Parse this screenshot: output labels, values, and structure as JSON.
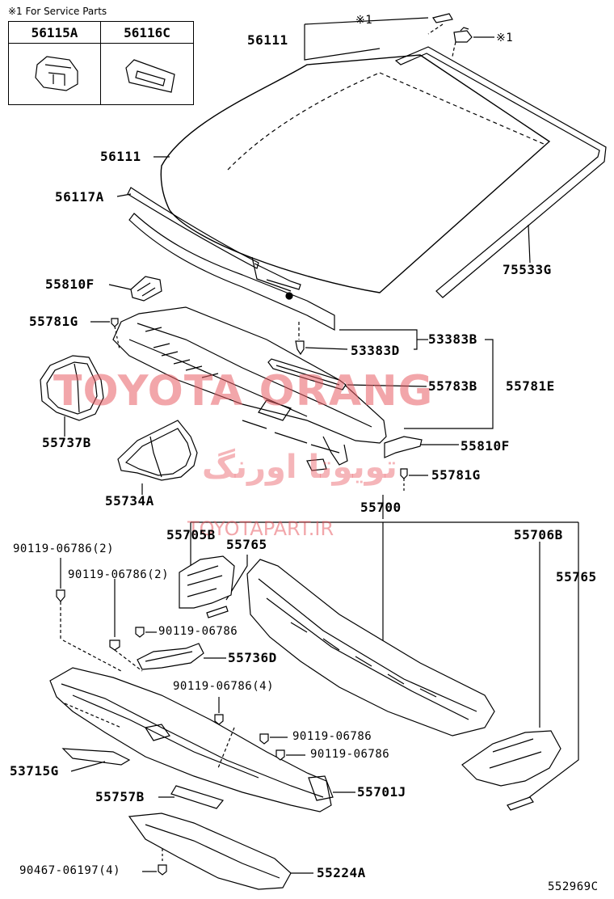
{
  "service_note": "※1 For Service Parts",
  "service_parts": [
    {
      "part_no": "56115A",
      "icon": "clip-icon"
    },
    {
      "part_no": "56116C",
      "icon": "emblem-plate-icon"
    }
  ],
  "labels": {
    "l56111_top": "56111",
    "l56111_mid": "56111",
    "mark1_a": "※1",
    "mark1_b": "※1",
    "l56117A": "56117A",
    "l75533G": "75533G",
    "l55810F_a": "55810F",
    "l55781G_a": "55781G",
    "l53383D": "53383D",
    "l53383B": "53383B",
    "l55783B": "55783B",
    "l55781E": "55781E",
    "l55737B": "55737B",
    "l55810F_b": "55810F",
    "l55781G_b": "55781G",
    "l55734A": "55734A",
    "l55700": "55700",
    "l55705B": "55705B",
    "l55765_a": "55765",
    "l55706B": "55706B",
    "l55765_b": "55765",
    "l90119_06786_2a": "90119-06786(2)",
    "l90119_06786_2b": "90119-06786(2)",
    "l90119_06786_a": "90119-06786",
    "l55736D": "55736D",
    "l90119_06786_4": "90119-06786(4)",
    "l90119_06786_b": "90119-06786",
    "l90119_06786_c": "90119-06786",
    "l53715G": "53715G",
    "l55757B": "55757B",
    "l55701J": "55701J",
    "l90467_06197_4": "90467-06197(4)",
    "l55224A": "55224A",
    "diagram_id": "552969C"
  },
  "watermark": {
    "latin": "TOYOTA ORANG",
    "persian": "تویوتا اورنگ",
    "url": "TOYOTAPART.IR",
    "color": "#e85c64"
  }
}
